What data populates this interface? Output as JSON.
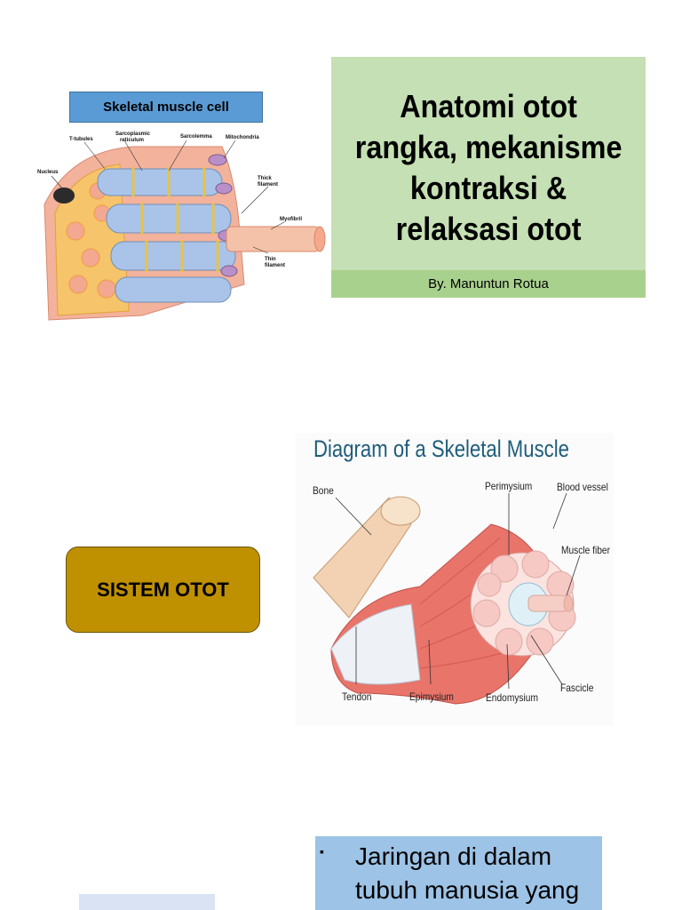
{
  "slide1": {
    "image_caption": "Skeletal muscle cell",
    "labels": {
      "t_tubules": "T-tubules",
      "sarcoplasmic": "Sarcoplasmic",
      "reticulum": "reticulum",
      "sarcolemma": "Sarcolemma",
      "mitochondria": "Mitochondria",
      "nucleus": "Nucleus",
      "thick": "Thick",
      "filament": "filament",
      "myofibril": "Myofibril",
      "thin": "Thin"
    },
    "title": "Anatomi otot\nrangka, mekanisme\nkontraksi &\nrelaksasi otot",
    "author": "By. Manuntun Rotua",
    "colors": {
      "title_bg": "#c5e0b4",
      "author_bg": "#a9d18e",
      "caption_bg": "#5b9bd5"
    }
  },
  "slide2": {
    "button_label": "SISTEM OTOT",
    "diagram_title": "Diagram of a Skeletal Muscle",
    "labels": {
      "bone": "Bone",
      "perimysium": "Perimysium",
      "blood_vessel": "Blood vessel",
      "muscle_fiber": "Muscle fiber",
      "tendon": "Tendon",
      "epimysium": "Epimysium",
      "endomysium": "Endomysium",
      "fascicle": "Fascicle"
    },
    "colors": {
      "button_bg": "#bf9000",
      "title_color": "#1f5d7a"
    }
  },
  "slide3": {
    "bullet_marker": "▪",
    "bullet_text": "Jaringan di dalam tubuh manusia yang",
    "colors": {
      "bullet_bg": "#9dc3e6",
      "box_bg": "#dae3f3"
    }
  }
}
